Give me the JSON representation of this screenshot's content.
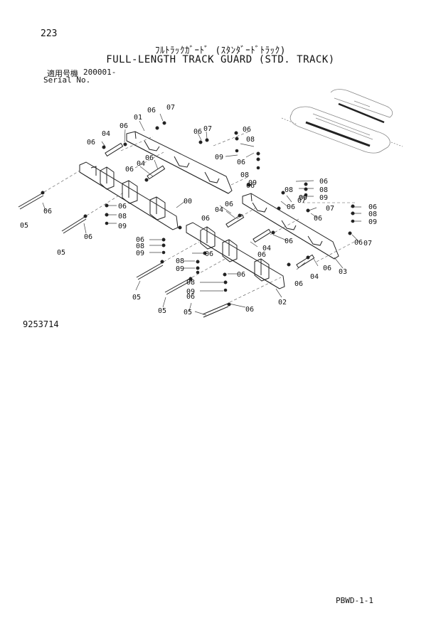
{
  "header": {
    "page_number": "223",
    "title_jp": "ﾌﾙﾄﾗｯｸｶﾞｰﾄﾞ (ｽﾀﾝﾀﾞｰﾄﾞﾄﾗｯｸ)",
    "title_en": "FULL-LENGTH TRACK GUARD (STD. TRACK)",
    "serial_label_jp": "適用号機",
    "serial_value": "200001-",
    "serial_label_en": "Serial No."
  },
  "drawing_number": "9253714",
  "footer_code": "PBWD-1-1",
  "callouts": {
    "c00": "00",
    "c01": "01",
    "c02": "02",
    "c03": "03",
    "c04a": "04",
    "c04b": "04",
    "c04c": "04",
    "c04d": "04",
    "c04e": "04",
    "c05a": "05",
    "c05b": "05",
    "c05c": "05",
    "c05d": "05",
    "c05e": "05",
    "c06a": "06",
    "c06b": "06",
    "c06c": "06",
    "c06d": "06",
    "c06e": "06",
    "c06f": "06",
    "c06g": "06",
    "c06h": "06",
    "c06i": "06",
    "c06j": "06",
    "c06k": "06",
    "c06l": "06",
    "c06m": "06",
    "c06n": "06",
    "c06o": "06",
    "c06p": "06",
    "c06q": "06",
    "c06r": "06",
    "c06s": "06",
    "c06t": "06",
    "c06u": "06",
    "c06v": "06",
    "c06w": "06",
    "c06x": "06",
    "c06y": "06",
    "c06z": "06",
    "c06aa": "06",
    "c06ab": "06",
    "c07a": "07",
    "c07b": "07",
    "c07c": "07",
    "c07d": "07",
    "c07e": "07",
    "c08a": "08",
    "c08b": "08",
    "c08c": "08",
    "c08d": "08",
    "c08e": "08",
    "c08f": "08",
    "c08g": "08",
    "c08h": "08",
    "c08i": "08",
    "c09a": "09",
    "c09b": "09",
    "c09c": "09",
    "c09d": "09",
    "c09e": "09",
    "c09f": "09",
    "c09g": "09",
    "c09h": "09",
    "c09i": "09"
  }
}
